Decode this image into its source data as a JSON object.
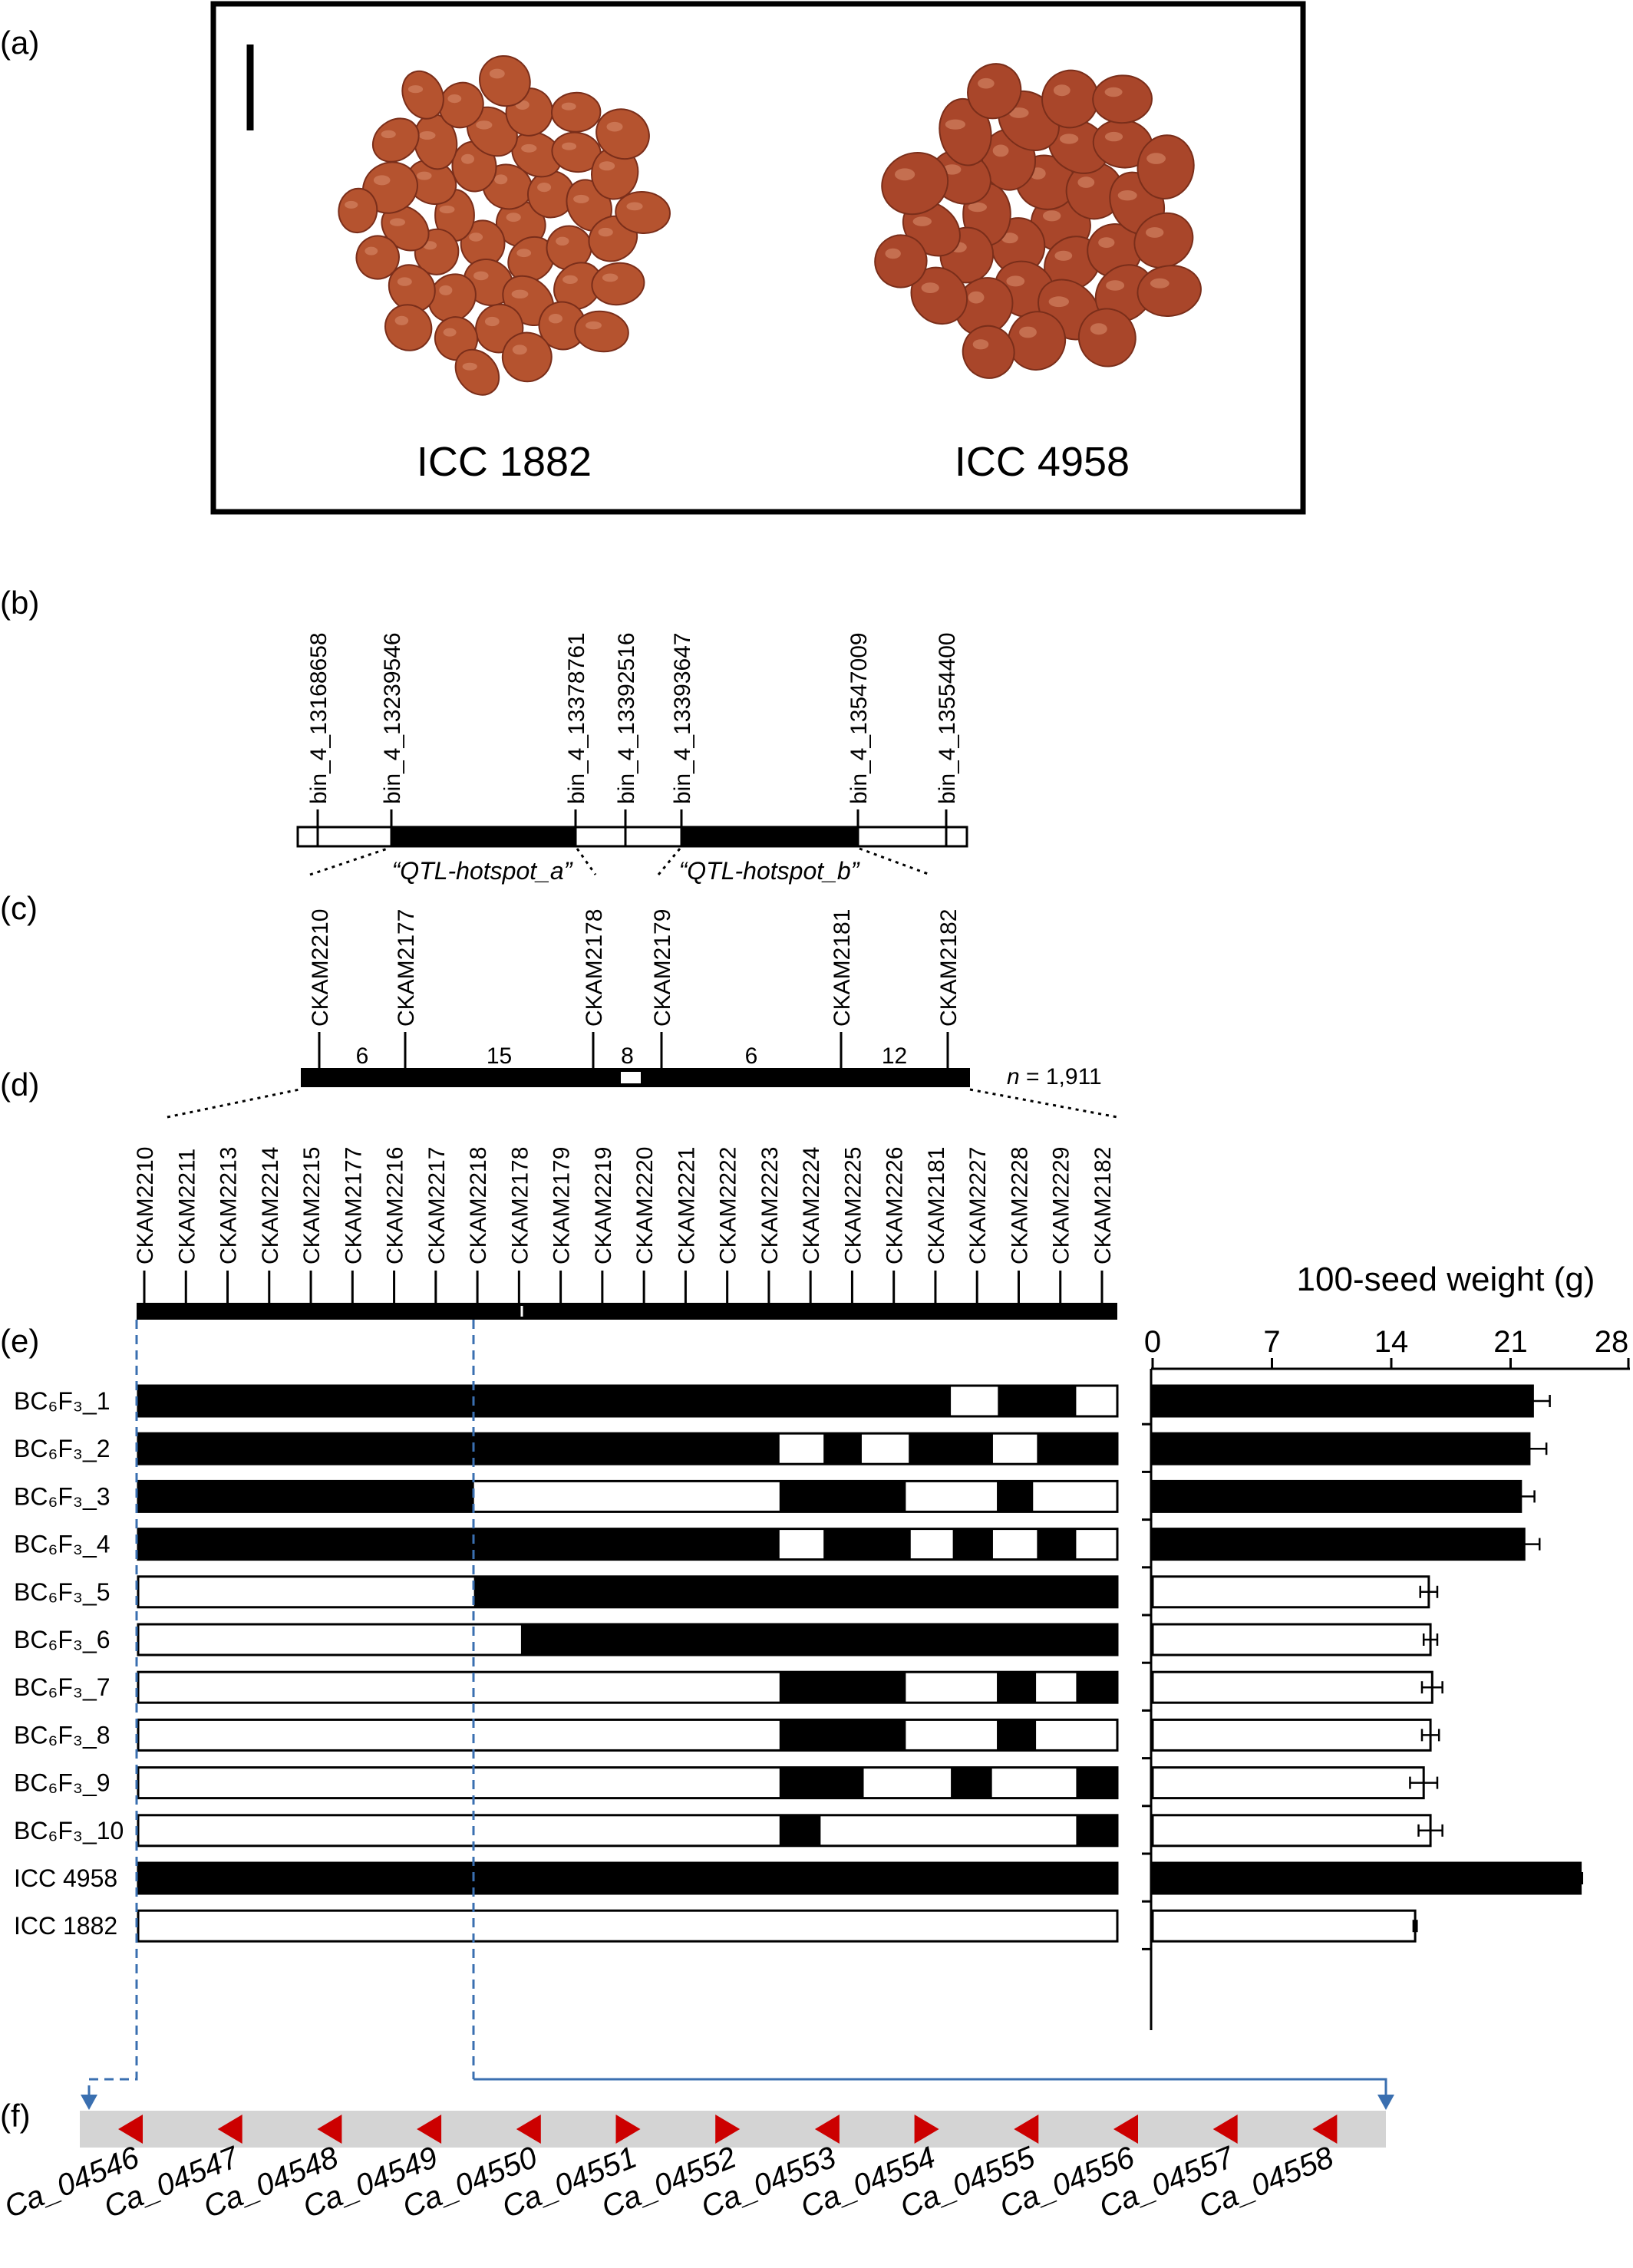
{
  "panels": {
    "a": "(a)",
    "b": "(b)",
    "c": "(c)",
    "d": "(d)",
    "e": "(e)",
    "f": "(f)"
  },
  "panel_a": {
    "accessions": [
      "ICC 1882",
      "ICC 4958"
    ]
  },
  "panel_b": {
    "bins": [
      "bin_4_13168658",
      "bin_4_13239546",
      "bin_4_13378761",
      "bin_4_13392516",
      "bin_4_13393647",
      "bin_4_13547009",
      "bin_4_13554400"
    ],
    "hotspot_a": "“QTL-hotspot_a”",
    "hotspot_b": "“QTL-hotspot_b”"
  },
  "panel_c": {
    "markers": [
      "CKAM2210",
      "CKAM2177",
      "CKAM2178",
      "CKAM2179",
      "CKAM2181",
      "CKAM2182"
    ],
    "intervals": [
      "6",
      "15",
      "8",
      "6",
      "12"
    ],
    "n_label": "n",
    "n_value": " = 1,911"
  },
  "panel_d": {
    "markers": [
      "CKAM2210",
      "CKAM2211",
      "CKAM2213",
      "CKAM2214",
      "CKAM2215",
      "CKAM2177",
      "CKAM2216",
      "CKAM2217",
      "CKAM2218",
      "CKAM2178",
      "CKAM2179",
      "CKAM2219",
      "CKAM2220",
      "CKAM2221",
      "CKAM2222",
      "CKAM2223",
      "CKAM2224",
      "CKAM2225",
      "CKAM2226",
      "CKAM2181",
      "CKAM2227",
      "CKAM2228",
      "CKAM2229",
      "CKAM2182"
    ]
  },
  "panel_e": {
    "lines": [
      {
        "name": "BC6F3_1",
        "label": "BC₆F₃_1",
        "black": [
          [
            0,
            0.83
          ],
          [
            0.878,
            0.958
          ]
        ]
      },
      {
        "name": "BC6F3_2",
        "label": "BC₆F₃_2",
        "black": [
          [
            0,
            0.655
          ],
          [
            0.7,
            0.739
          ],
          [
            0.787,
            0.873
          ],
          [
            0.918,
            1
          ]
        ]
      },
      {
        "name": "BC6F3_3",
        "label": "BC₆F₃_3",
        "black": [
          [
            0,
            0.343
          ],
          [
            0.655,
            0.784
          ],
          [
            0.877,
            0.914
          ]
        ]
      },
      {
        "name": "BC6F3_4",
        "label": "BC₆F₃_4",
        "black": [
          [
            0,
            0.655
          ],
          [
            0.7,
            0.789
          ],
          [
            0.832,
            0.873
          ],
          [
            0.918,
            0.958
          ]
        ]
      },
      {
        "name": "BC6F3_5",
        "label": "BC₆F₃_5",
        "black": [
          [
            0.343,
            1
          ]
        ]
      },
      {
        "name": "BC6F3_6",
        "label": "BC₆F₃_6",
        "black": [
          [
            0.391,
            1
          ]
        ]
      },
      {
        "name": "BC6F3_7",
        "label": "BC₆F₃_7",
        "black": [
          [
            0.655,
            0.784
          ],
          [
            0.877,
            0.917
          ],
          [
            0.958,
            1
          ]
        ]
      },
      {
        "name": "BC6F3_8",
        "label": "BC₆F₃_8",
        "black": [
          [
            0.655,
            0.784
          ],
          [
            0.877,
            0.917
          ]
        ]
      },
      {
        "name": "BC6F3_9",
        "label": "BC₆F₃_9",
        "black": [
          [
            0.655,
            0.741
          ],
          [
            0.83,
            0.872
          ],
          [
            0.958,
            1
          ]
        ]
      },
      {
        "name": "BC6F3_10",
        "label": "BC₆F₃_10",
        "black": [
          [
            0.655,
            0.697
          ],
          [
            0.958,
            1
          ]
        ]
      },
      {
        "name": "ICC4958",
        "label": "ICC 4958",
        "black": [
          [
            0,
            1
          ]
        ]
      },
      {
        "name": "ICC1882",
        "label": "ICC 1882",
        "black": []
      }
    ]
  },
  "chart_data": {
    "type": "bar",
    "orientation": "horizontal",
    "title": "100-seed weight (g)",
    "xlim": [
      0,
      28
    ],
    "ticks": [
      "0",
      "7",
      "14",
      "21",
      "28"
    ],
    "categories": [
      "BC6F3_1",
      "BC6F3_2",
      "BC6F3_3",
      "BC6F3_4",
      "BC6F3_5",
      "BC6F3_6",
      "BC6F3_7",
      "BC6F3_8",
      "BC6F3_9",
      "BC6F3_10",
      "ICC 4958",
      "ICC 1882"
    ],
    "values": [
      22.3,
      22.1,
      21.6,
      21.8,
      16.2,
      16.3,
      16.4,
      16.3,
      15.9,
      16.3,
      25.1,
      15.4
    ],
    "errors": [
      1.0,
      1.0,
      0.8,
      0.9,
      0.5,
      0.4,
      0.6,
      0.5,
      0.8,
      0.7,
      0.1,
      0.1
    ],
    "fills": [
      "#000000",
      "#000000",
      "#000000",
      "#000000",
      "#ffffff",
      "#ffffff",
      "#ffffff",
      "#ffffff",
      "#ffffff",
      "#ffffff",
      "#000000",
      "#ffffff"
    ]
  },
  "panel_f": {
    "genes": [
      {
        "id": "Ca_04546",
        "dir": "left"
      },
      {
        "id": "Ca_04547",
        "dir": "left"
      },
      {
        "id": "Ca_04548",
        "dir": "left"
      },
      {
        "id": "Ca_04549",
        "dir": "left"
      },
      {
        "id": "Ca_04550",
        "dir": "left"
      },
      {
        "id": "Ca_04551",
        "dir": "right"
      },
      {
        "id": "Ca_04552",
        "dir": "right"
      },
      {
        "id": "Ca_04553",
        "dir": "left"
      },
      {
        "id": "Ca_04554",
        "dir": "right"
      },
      {
        "id": "Ca_04555",
        "dir": "left"
      },
      {
        "id": "Ca_04556",
        "dir": "left"
      },
      {
        "id": "Ca_04557",
        "dir": "left"
      },
      {
        "id": "Ca_04558",
        "dir": "left"
      }
    ],
    "arrow_color": "#cc0000",
    "track_color": "#d4d4d4",
    "connector_color": "#3a6fb0"
  }
}
